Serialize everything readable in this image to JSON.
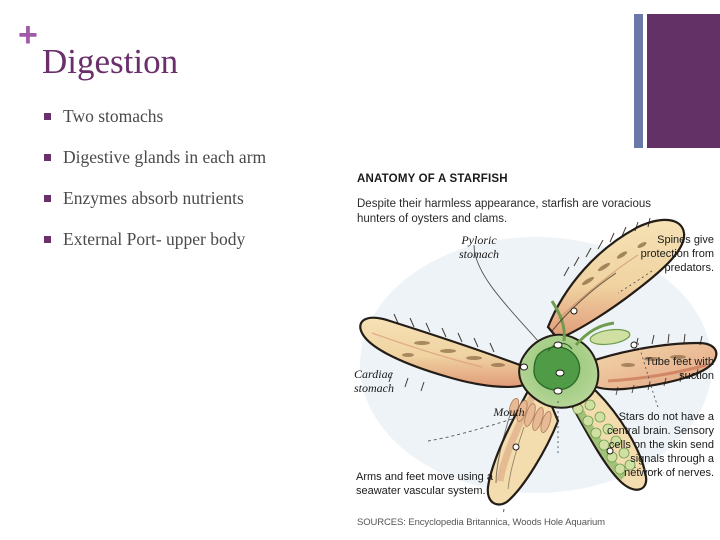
{
  "slide": {
    "title": "Digestion",
    "plus_glyph": "+",
    "accent_color": "#6b2f6b",
    "plus_color": "#a05ba8",
    "deco_bar_blue": "#6b77a8",
    "deco_bar_purple": "#643166",
    "bullets": [
      "Two stomachs",
      "Digestive glands in each arm",
      "Enzymes absorb nutrients",
      "External Port- upper body"
    ]
  },
  "figure": {
    "title": "ANATOMY OF A STARFISH",
    "deck": "Despite their harmless appearance, starfish are voracious hunters of oysters and clams.",
    "source": "SOURCES: Encyclopedia Britannica, Woods Hole Aquarium",
    "callouts": {
      "pyloric": "Pyloric stomach",
      "spines": "Spines give protection from predators.",
      "cardiac": "Cardiac stomach",
      "tube_feet": "Tube feet with suction",
      "mouth": "Mouth",
      "brain": "Stars do not have a central brain. Sensory cells on the skin send signals through a network of nerves.",
      "arms": "Arms and feet move using a seawater vascular system."
    },
    "colors": {
      "body_outline": "#241c16",
      "body_fill": "#f3dcae",
      "arm_blush": "#e8a183",
      "stomach_green_light": "#a9cf8a",
      "stomach_green_dark": "#4f9b46",
      "halo": "#dfeaf2"
    }
  }
}
